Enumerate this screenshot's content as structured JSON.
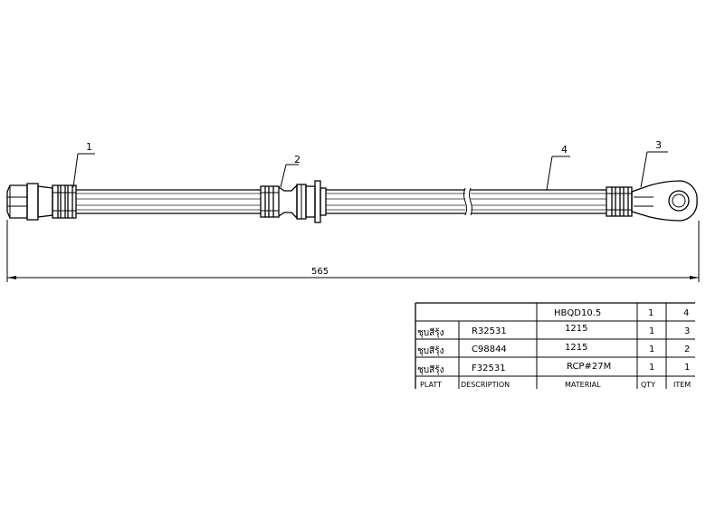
{
  "callouts": [
    {
      "id": "1"
    },
    {
      "id": "2"
    },
    {
      "id": "3"
    },
    {
      "id": "4"
    }
  ],
  "dimension": {
    "overall_length": "565"
  },
  "bom": {
    "title_material": "HBQD10.5",
    "title_qty": "1",
    "title_item": "4",
    "rows": [
      {
        "platt": "ชุบสีรุ้ง",
        "description": "R32531",
        "material": "1215",
        "qty": "1",
        "item": "3"
      },
      {
        "platt": "ชุบสีรุ้ง",
        "description": "C98844",
        "material": "1215",
        "qty": "1",
        "item": "2"
      },
      {
        "platt": "ชุบสีรุ้ง",
        "description": "F32531",
        "material": "RCP#27M",
        "qty": "1",
        "item": "1"
      }
    ],
    "headers": {
      "platt": "PLATT",
      "description": "DESCRIPTION",
      "material": "MATERIAL",
      "qty": "QTY",
      "item": "ITEM"
    }
  }
}
